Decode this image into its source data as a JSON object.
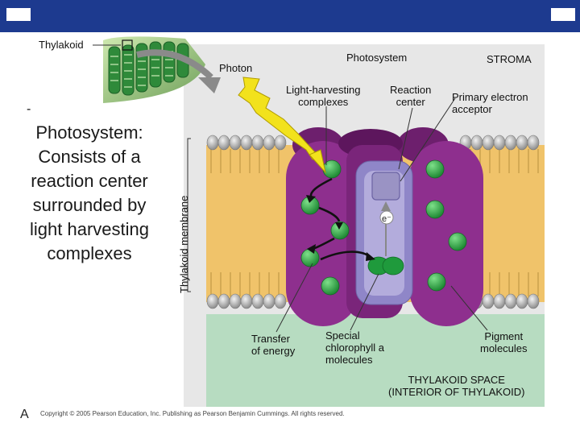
{
  "labels": {
    "thylakoid": "Thylakoid",
    "photon": "Photon",
    "photosystem": "Photosystem",
    "stroma": "STROMA",
    "light_harvesting": "Light-harvesting\ncomplexes",
    "reaction_center": "Reaction\ncenter",
    "primary_acceptor": "Primary electron\nacceptor",
    "thylakoid_membrane": "Thylakoid membrane",
    "electron": "e⁻",
    "transfer_energy": "Transfer\nof energy",
    "special_chlorophyll": "Special\nchlorophyll a\nmolecules",
    "pigment_molecules": "Pigment\nmolecules",
    "thylakoid_space": "THYLAKOID SPACE\n(INTERIOR OF THYLAKOID)"
  },
  "slide": {
    "bullet": "-",
    "text": "Photosystem: Consists of a reaction center surrounded by light harvesting complexes",
    "footer_initial": "A",
    "copyright": "Copyright © 2005 Pearson Education, Inc. Publishing as Pearson Benjamin Cummings. All rights reserved."
  },
  "colors": {
    "header": "#1d3a8f",
    "membrane": "#f0c36a",
    "stroma": "#e7e7e7",
    "thylakoid_space": "#b7dcc1",
    "complex": "#8e2f8e",
    "reaction_center": "#8f86c8",
    "pigment": "#2fa046",
    "photon": "#f2e21c",
    "arrow": "#888888"
  }
}
